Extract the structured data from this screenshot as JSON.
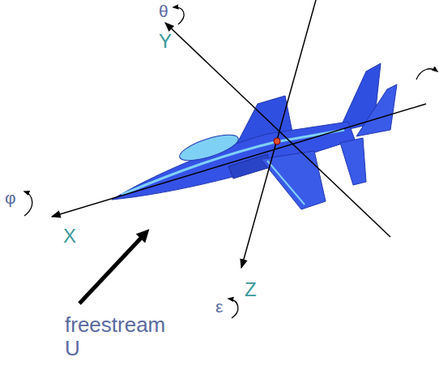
{
  "diagram": {
    "labels": [
      "θ",
      "Y",
      "φ",
      "X",
      "ε",
      "Z",
      "freestream U"
    ]
  }
}
